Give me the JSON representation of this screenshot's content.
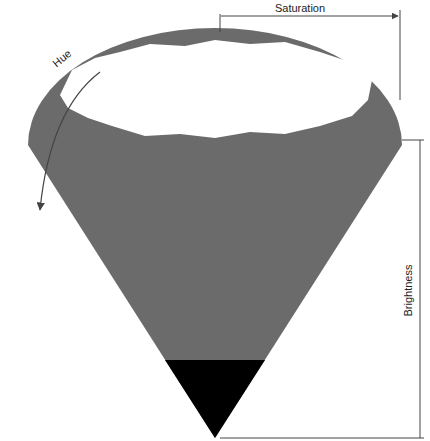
{
  "diagram": {
    "labels": [
      "Hue",
      "Saturation",
      "Brightness"
    ]
  }
}
